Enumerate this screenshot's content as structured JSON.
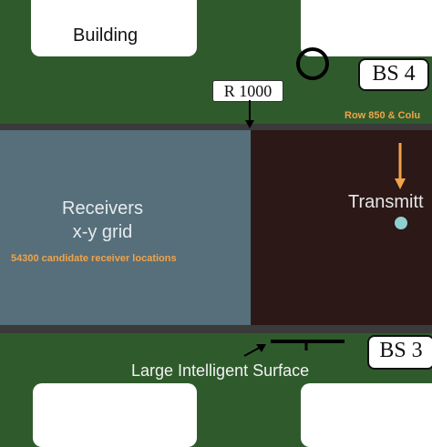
{
  "labels": {
    "building": "Building",
    "bs4": "BS 4",
    "bs3": "BS 3",
    "r_tag": "R 1000",
    "rowcol": "Row 850 & Colu",
    "receivers_line1": "Receivers",
    "receivers_line2": "x-y grid",
    "receiver_count": "54300 candidate receiver locations",
    "transmitter": "Transmitt",
    "lis": "Large Intelligent Surface"
  },
  "colors": {
    "ground": "#2f5b2c",
    "road": "#3a3a3a",
    "receiver_area": "#566f7b",
    "transmitter_area": "#2b1817",
    "accent_orange": "#f0a34a",
    "transmitter_dot": "#8fcfd0"
  },
  "icons": [
    "arrow-down-icon",
    "orange-arrow-down-icon",
    "arrow-up-right-icon",
    "circle-marker-icon"
  ]
}
